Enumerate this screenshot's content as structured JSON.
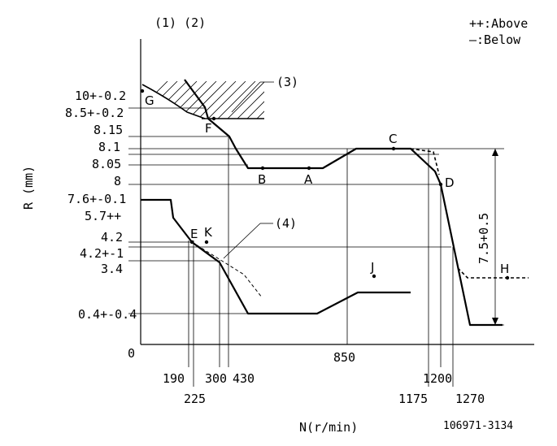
{
  "header": {
    "top_labels": "(1)  (2)",
    "legend_above": "++:Above",
    "legend_below": "—:Below",
    "drawing_number": "106971-3134"
  },
  "axes": {
    "y_label": "R (mm)",
    "x_label": "N(r/min)",
    "origin": "0"
  },
  "y_ticks": [
    {
      "id": "y-10",
      "label": "10+-0.2"
    },
    {
      "id": "y-8-5",
      "label": "8.5+-0.2"
    },
    {
      "id": "y-8-15",
      "label": "8.15"
    },
    {
      "id": "y-8-1",
      "label": "8.1"
    },
    {
      "id": "y-8-05",
      "label": "8.05"
    },
    {
      "id": "y-8",
      "label": "8"
    },
    {
      "id": "y-7-6",
      "label": "7.6+-0.1"
    },
    {
      "id": "y-5-7",
      "label": "5.7++"
    },
    {
      "id": "y-4-2",
      "label": "4.2"
    },
    {
      "id": "y-4-2b",
      "label": "4.2+-1"
    },
    {
      "id": "y-3-4",
      "label": "3.4"
    },
    {
      "id": "y-0-4",
      "label": "0.4+-0.4"
    }
  ],
  "x_ticks": [
    {
      "id": "x-190",
      "label": "190"
    },
    {
      "id": "x-225",
      "label": "225"
    },
    {
      "id": "x-300",
      "label": "300"
    },
    {
      "id": "x-430",
      "label": "430"
    },
    {
      "id": "x-850",
      "label": "850"
    },
    {
      "id": "x-1175",
      "label": "1175"
    },
    {
      "id": "x-1200",
      "label": "1200"
    },
    {
      "id": "x-1270",
      "label": "1270"
    }
  ],
  "points": {
    "G": "G",
    "F": "F",
    "B": "B",
    "A": "A",
    "C": "C",
    "D": "D",
    "E": "E",
    "K": "K",
    "J": "J",
    "H": "H"
  },
  "callouts": {
    "c3": "(3)",
    "c4": "(4)"
  },
  "dimension": "7.5+0.5"
}
